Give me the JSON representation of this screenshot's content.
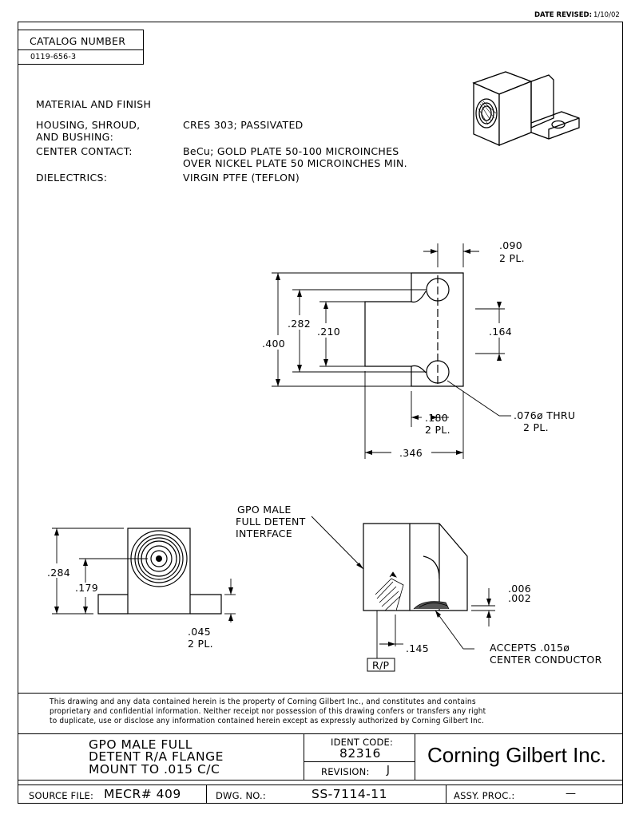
{
  "header": {
    "date_revised_label": "DATE REVISED:",
    "date_revised_value": "1/10/02"
  },
  "catalog": {
    "label": "CATALOG NUMBER",
    "value": "0119-656-3"
  },
  "materials": {
    "title": "MATERIAL AND FINISH",
    "rows": [
      {
        "name": "HOUSING, SHROUD,",
        "name2": "AND BUSHING:",
        "value": "CRES 303; PASSIVATED",
        "value2": ""
      },
      {
        "name": "CENTER CONTACT:",
        "name2": "",
        "value": "BeCu; GOLD PLATE 50-100 MICROINCHES",
        "value2": "OVER NICKEL PLATE 50 MICROINCHES MIN."
      },
      {
        "name": "DIELECTRICS:",
        "name2": "",
        "value": "VIRGIN PTFE (TEFLON)",
        "value2": ""
      }
    ]
  },
  "top_view": {
    "dim_090": ".090",
    "dim_090_qty": "2 PL.",
    "dim_400": ".400",
    "dim_282": ".282",
    "dim_210": ".210",
    "dim_164": ".164",
    "dim_180": ".180",
    "dim_180_qty": "2 PL.",
    "dim_346": ".346",
    "hole_note": ".076ø THRU",
    "hole_note_qty": "2 PL."
  },
  "front_view": {
    "dim_284": ".284",
    "dim_179": ".179",
    "dim_045": ".045",
    "dim_045_qty": "2 PL."
  },
  "side_view": {
    "interface_note_1": "GPO MALE",
    "interface_note_2": "FULL DETENT",
    "interface_note_3": "INTERFACE",
    "dim_006": ".006",
    "dim_002": ".002",
    "dim_145": ".145",
    "rp_label": "R/P",
    "accepts_1": "ACCEPTS .015ø",
    "accepts_2": "CENTER CONDUCTOR"
  },
  "disclaimer": {
    "line1": "This drawing and any data contained herein is the property of Corning Gilbert Inc., and constitutes and contains",
    "line2": "proprietary and confidential information. Neither receipt nor possession of this drawing confers or transfers any right",
    "line3": "to duplicate, use or disclose any information contained herein except as expressly authorized by Corning Gilbert Inc."
  },
  "title_block": {
    "title_1": "GPO MALE FULL",
    "title_2": "DETENT R/A FLANGE",
    "title_3": "MOUNT TO .015 C/C",
    "ident_label": "IDENT CODE:",
    "ident_value": "82316",
    "revision_label": "REVISION:",
    "revision_value": "J",
    "company": "Corning Gilbert Inc.",
    "source_label": "SOURCE FILE:",
    "source_value": "MECR# 409",
    "dwg_label": "DWG. NO.:",
    "dwg_value": "SS-7114-11",
    "assy_label": "ASSY. PROC.:",
    "assy_value": "—"
  }
}
